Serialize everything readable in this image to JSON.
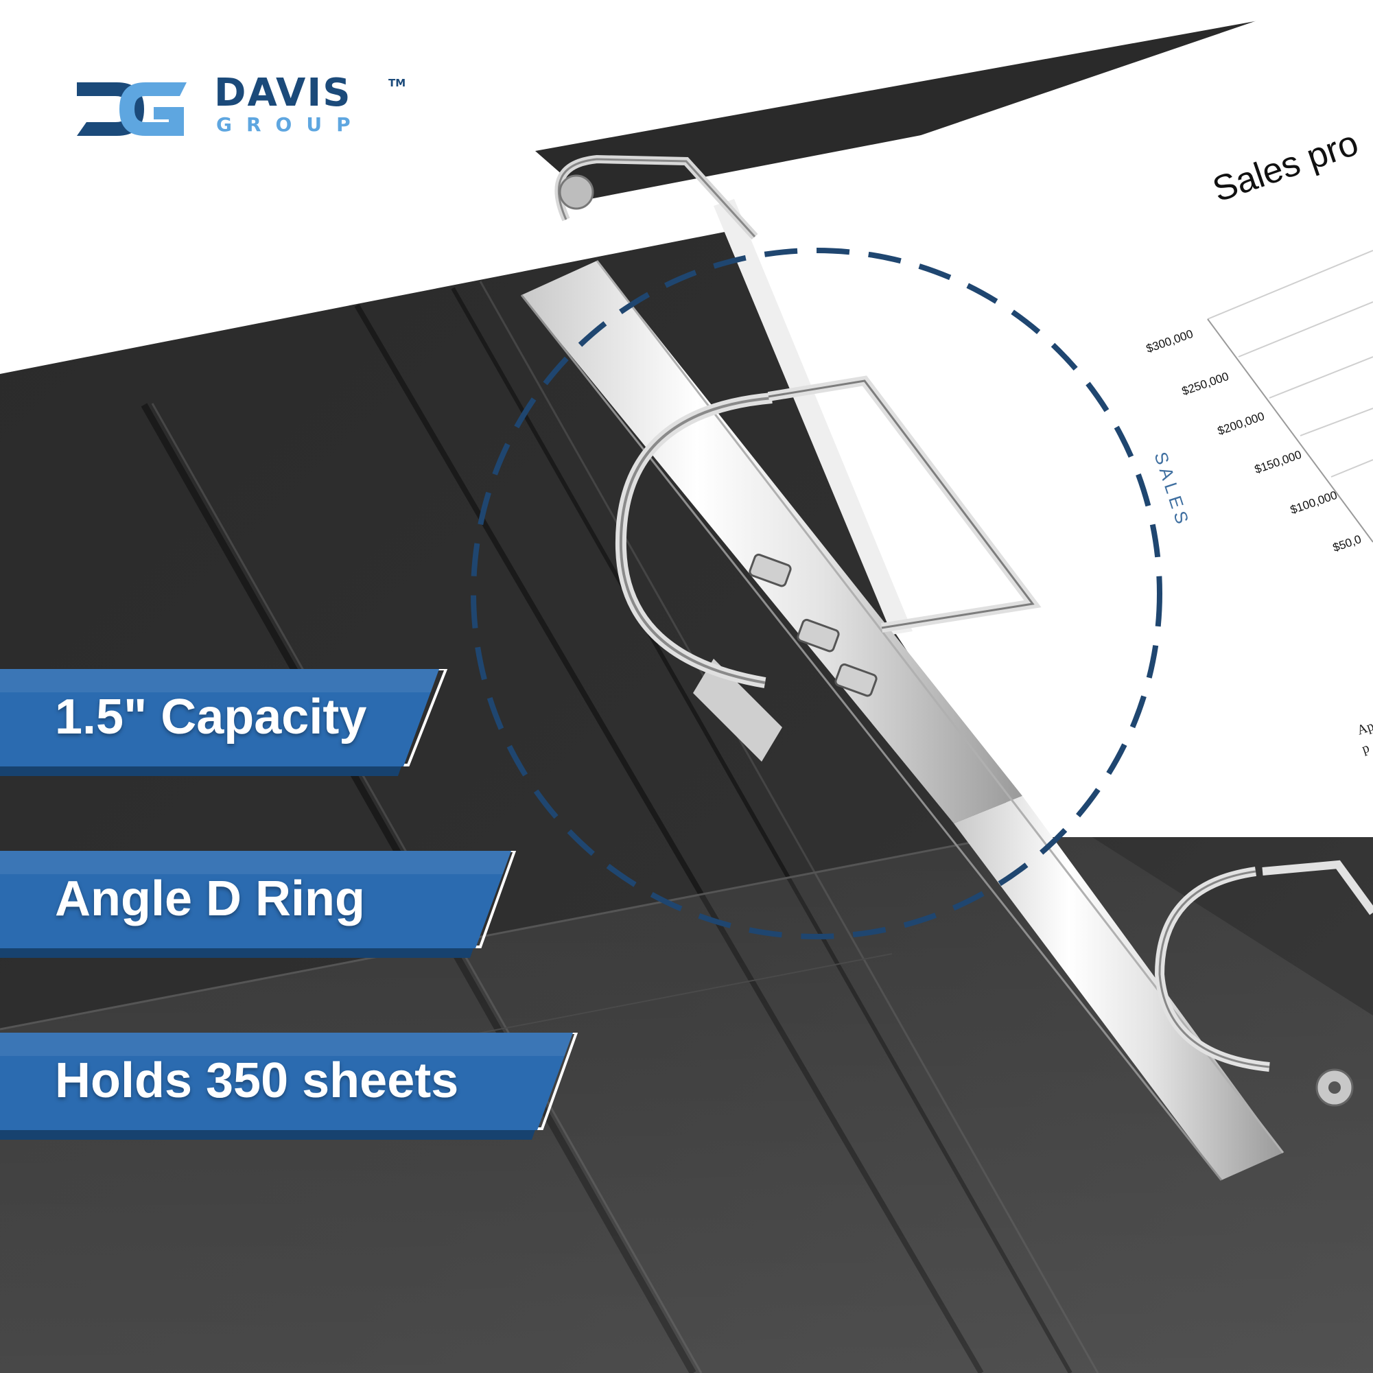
{
  "brand": {
    "mark": "DG",
    "name": "DAVIS",
    "trademark": "TM",
    "sub": "GROUP"
  },
  "features": [
    {
      "label": "1.5\" Capacity"
    },
    {
      "label": "Angle D Ring"
    },
    {
      "label": "Holds 350 sheets"
    }
  ],
  "document": {
    "title": "Sales pro",
    "axis_label": "SALES",
    "y_ticks": [
      "$300,000",
      "$250,000",
      "$200,000",
      "$150,000",
      "$100,000",
      "$50,0"
    ],
    "footnote_1": "Ap",
    "footnote_2": "p"
  },
  "colors": {
    "brand_navy": "#1b4a7a",
    "brand_light": "#5ea6e0",
    "banner_dark": "#17426f",
    "banner_light": "#2b6bb0",
    "binder_black": "#2c2c2c",
    "dashed_circle": "#1f4670"
  }
}
